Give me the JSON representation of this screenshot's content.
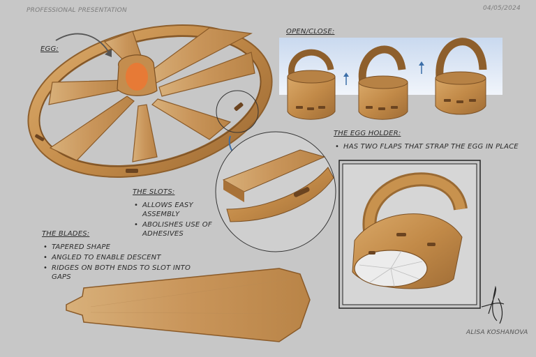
{
  "header": {
    "title": "PROFESSIONAL PRESENTATION",
    "date": "04/05/2024"
  },
  "labels": {
    "egg": "EGG:",
    "open_close": "OPEN/CLOSE:"
  },
  "egg_holder": {
    "title": "THE EGG HOLDER:",
    "points": [
      "HAS TWO FLAPS THAT STRAP THE EGG IN PLACE"
    ]
  },
  "slots": {
    "title": "THE SLOTS:",
    "points": [
      "ALLOWS EASY ASSEMBLY",
      "ABOLISHES USE OF ADHESIVES"
    ]
  },
  "blades": {
    "title": "THE BLADES:",
    "points": [
      "TAPERED SHAPE",
      "ANGLED TO ENABLE  DESCENT",
      "RIDGES ON BOTH ENDS TO SLOT INTO GAPS"
    ]
  },
  "author": {
    "name": "ALISA KOSHANOVA"
  },
  "colors": {
    "background": "#c7c7c7",
    "wood": "#c8924e",
    "wood_dark": "#9a6a33",
    "panel": "#dfe9f7"
  }
}
